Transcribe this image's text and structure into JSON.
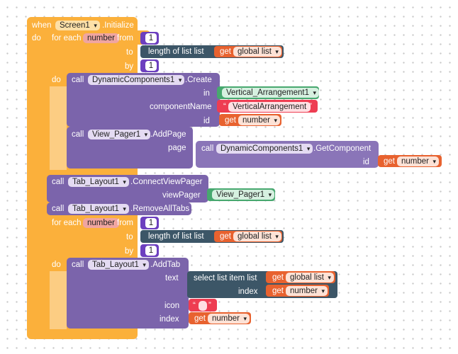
{
  "event": {
    "when": "when",
    "component": "Screen1",
    "event": ".Initialize",
    "do": "do"
  },
  "loop1": {
    "for_each": "for each",
    "var": "number",
    "from": "from",
    "to": "to",
    "by": "by",
    "do": "do",
    "from_val": "1",
    "by_val": "1"
  },
  "length1": {
    "label": "length of list  list",
    "get": "get",
    "var": "global list"
  },
  "create": {
    "call": "call",
    "component": "DynamicComponents1",
    "method": ".Create",
    "in_label": "in",
    "in_val": "Vertical_Arrangement1",
    "cname_label": "componentName",
    "cname_val": "VerticalArrangement",
    "id_label": "id",
    "get": "get",
    "id_var": "number"
  },
  "addpage": {
    "call": "call",
    "component": "View_Pager1",
    "method": ".AddPage",
    "page_label": "page",
    "getcomp_call": "call",
    "getcomp_component": "DynamicComponents1",
    "getcomp_method": ".GetComponent",
    "id_label": "id",
    "get": "get",
    "id_var": "number"
  },
  "connect": {
    "call": "call",
    "component": "Tab_Layout1",
    "method": ".ConnectViewPager",
    "vp_label": "viewPager",
    "vp_val": "View_Pager1"
  },
  "removeall": {
    "call": "call",
    "component": "Tab_Layout1",
    "method": ".RemoveAllTabs"
  },
  "loop2": {
    "for_each": "for each",
    "var": "number",
    "from": "from",
    "to": "to",
    "by": "by",
    "do": "do",
    "from_val": "1",
    "by_val": "1"
  },
  "length2": {
    "label": "length of list  list",
    "get": "get",
    "var": "global list"
  },
  "addtab": {
    "call": "call",
    "component": "Tab_Layout1",
    "method": ".AddTab",
    "text_label": "text",
    "select_label": "select list item  list",
    "get": "get",
    "list_var": "global list",
    "index_label": "index",
    "index_var": "number",
    "icon_label": "icon",
    "icon_val": "",
    "index2_label": "index",
    "index2_var": "number"
  },
  "quote": "“",
  "quote_close": "”",
  "colors": {
    "control": "#fbb03b",
    "component": "#7b64ab",
    "math": "#6c3fbf",
    "list": "#3c5667",
    "variable": "#e8622f",
    "text": "#ee3d52",
    "component_ref": "#47a86f"
  }
}
